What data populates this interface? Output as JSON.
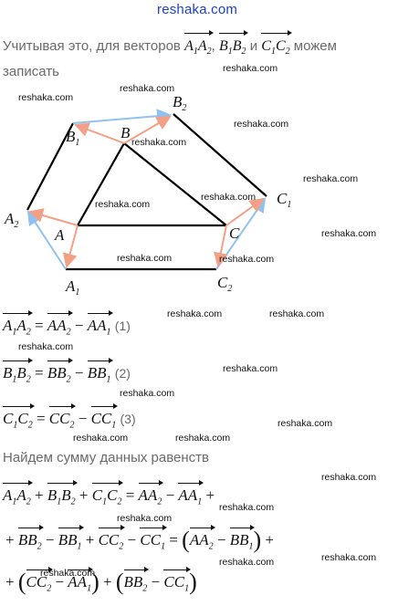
{
  "site": {
    "brand": "reshaka.com"
  },
  "intro": {
    "text_before": "Учитывая это, для векторов",
    "text_and": "и",
    "text_after": "можем записать",
    "vectors": [
      "A1A2",
      "B1B2",
      "C1C2"
    ]
  },
  "figure": {
    "labels": {
      "A": "A",
      "B": "B",
      "C": "C",
      "A1": "A",
      "B1": "B",
      "C1": "C",
      "A2": "A",
      "B2": "B",
      "C2": "C",
      "sub1": "1",
      "sub2": "2"
    },
    "colors": {
      "lines": "#000000",
      "blue_vectors": "#8fc2ee",
      "red_vectors": "#f2a086"
    }
  },
  "watermark": "reshaka.com",
  "equations": {
    "eq1_num": "(1)",
    "eq2_num": "(2)",
    "eq3_num": "(3)"
  },
  "sum_heading": "Найдем сумму данных равенств"
}
